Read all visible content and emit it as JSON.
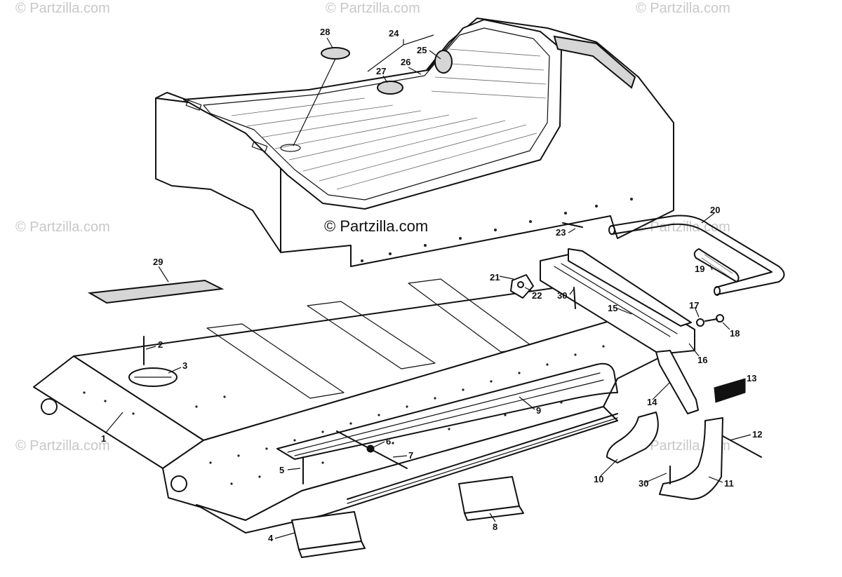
{
  "watermark": {
    "text": "© Partzilla.com"
  },
  "callouts": [
    {
      "id": "1",
      "label": "1"
    },
    {
      "id": "2",
      "label": "2"
    },
    {
      "id": "3",
      "label": "3"
    },
    {
      "id": "4",
      "label": "4"
    },
    {
      "id": "5",
      "label": "5"
    },
    {
      "id": "6",
      "label": "6"
    },
    {
      "id": "7",
      "label": "7"
    },
    {
      "id": "8",
      "label": "8"
    },
    {
      "id": "9",
      "label": "9"
    },
    {
      "id": "10",
      "label": "10"
    },
    {
      "id": "11",
      "label": "11"
    },
    {
      "id": "12",
      "label": "12"
    },
    {
      "id": "13",
      "label": "13"
    },
    {
      "id": "14",
      "label": "14"
    },
    {
      "id": "15",
      "label": "15"
    },
    {
      "id": "16",
      "label": "16"
    },
    {
      "id": "17",
      "label": "17"
    },
    {
      "id": "18",
      "label": "18"
    },
    {
      "id": "19",
      "label": "19"
    },
    {
      "id": "20",
      "label": "20"
    },
    {
      "id": "21",
      "label": "21"
    },
    {
      "id": "22",
      "label": "22"
    },
    {
      "id": "23",
      "label": "23"
    },
    {
      "id": "24",
      "label": "24"
    },
    {
      "id": "25",
      "label": "25"
    },
    {
      "id": "26",
      "label": "26"
    },
    {
      "id": "27",
      "label": "27"
    },
    {
      "id": "28",
      "label": "28"
    },
    {
      "id": "29",
      "label": "29"
    },
    {
      "id": "30a",
      "label": "30"
    },
    {
      "id": "30b",
      "label": "30"
    }
  ]
}
